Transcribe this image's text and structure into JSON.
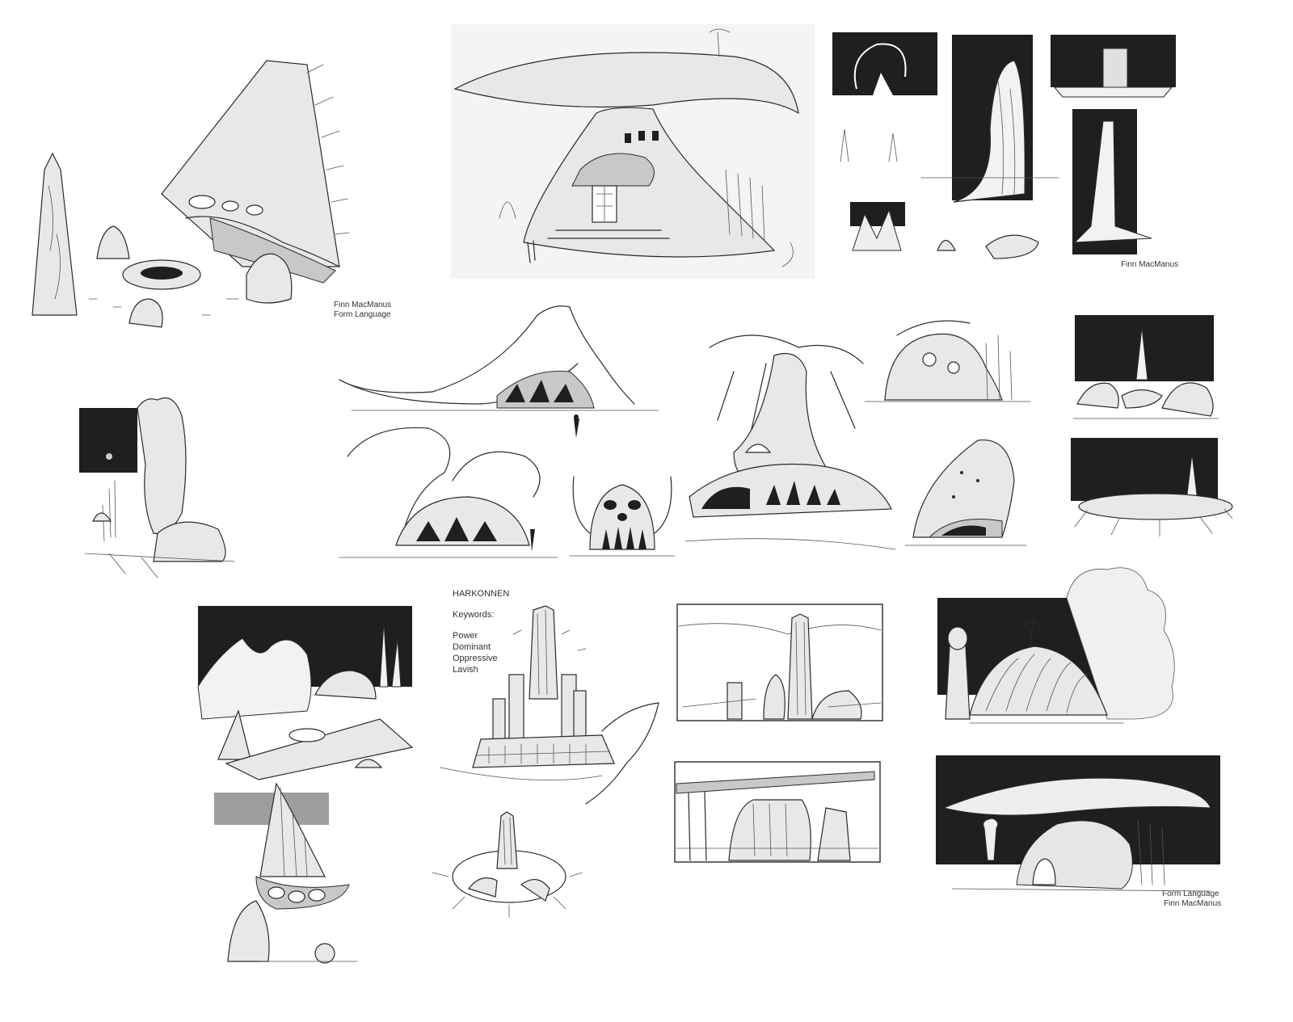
{
  "labels": {
    "top_left_author": "Finn MacManus",
    "top_left_subtitle": "Form Language",
    "top_right_author": "Finn MacManus",
    "bottom_right_subtitle": "Form Language",
    "bottom_right_author": "Finn MacManus"
  },
  "harkonnen": {
    "title": "HARKONNEN",
    "keywords_heading": "Keywords:",
    "keywords": [
      "Power",
      "Dominant",
      "Oppressive",
      "Lavish"
    ]
  },
  "colors": {
    "ink": "#2a2a2a",
    "panel_dark": "#1f1f1f",
    "panel_grey": "#9e9e9e",
    "paper": "#ffffff"
  }
}
